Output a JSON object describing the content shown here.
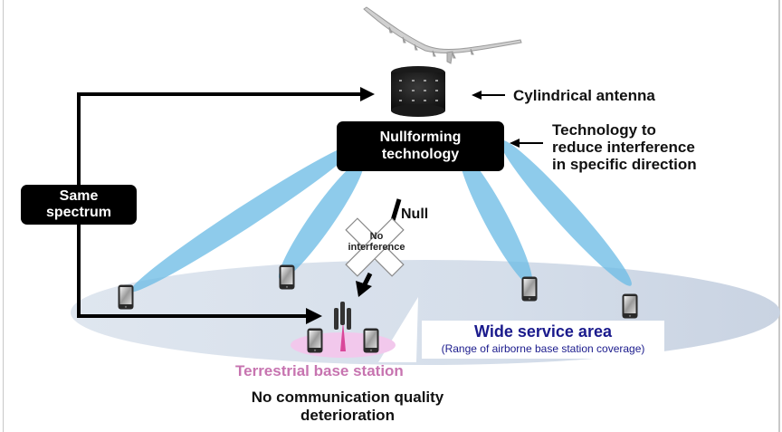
{
  "diagram": {
    "labels": {
      "cylindrical_antenna": "Cylindrical  antenna",
      "technology_description": [
        "Technology to",
        "reduce interference",
        "in specific direction"
      ],
      "null": "Null",
      "no_interference": [
        "No",
        "interference"
      ],
      "wide_service_area_title": "Wide service area",
      "wide_service_area_subtitle": "(Range of airborne base station coverage)",
      "terrestrial_base_station": "Terrestrial base station",
      "no_quality_deterioration": [
        "No communication quality",
        "deterioration"
      ]
    },
    "boxes": {
      "nullforming": [
        "Nullforming",
        "technology"
      ],
      "same_spectrum": [
        "Same",
        "spectrum"
      ]
    },
    "icons": {
      "aircraft": "haps-aircraft-icon",
      "antenna": "cylindrical-antenna-icon",
      "device": "smartphone-icon",
      "tower": "base-station-tower-icon",
      "cross": "x-mark-icon"
    },
    "colors": {
      "beam": "#6fbde6",
      "service_area": "#d7e0ec",
      "terrestrial_zone": "#f2c8ec",
      "terrestrial_text": "#c774b0",
      "wide_area_text": "#1a1a8c",
      "box_bg": "#000000",
      "box_text": "#ffffff"
    }
  }
}
